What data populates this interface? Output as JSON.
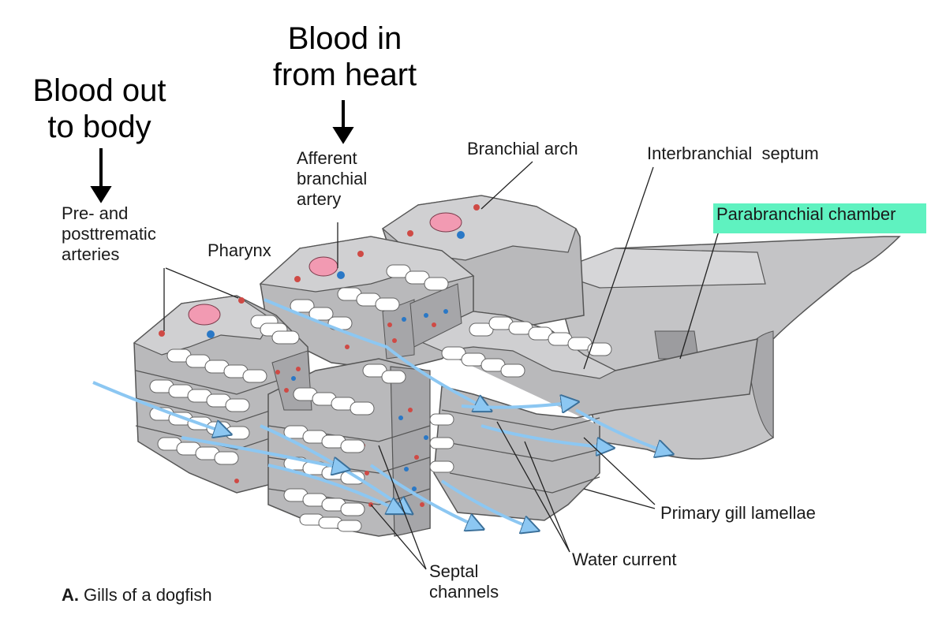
{
  "annotations": {
    "blood_out": [
      "Blood out",
      "to body"
    ],
    "blood_in": [
      "Blood in",
      "from heart"
    ]
  },
  "labels": {
    "pre_post": [
      "Pre- and",
      "posttrematic",
      "arteries"
    ],
    "afferent": [
      "Afferent",
      "branchial",
      "artery"
    ],
    "branchial_arch": "Branchial arch",
    "interbranchial": "Interbranchial  septum",
    "parabranchial": "Parabranchial chamber",
    "pharynx": "Pharynx",
    "primary_gill": "Primary gill lamellae",
    "water_current": "Water current",
    "septal": [
      "Septal",
      "channels"
    ]
  },
  "caption": {
    "letter": "A.",
    "text": "Gills of a dogfish"
  },
  "colors": {
    "tissue": "#b9b9bb",
    "tissue_top": "#cfcfd1",
    "tissue_dark": "#8e8e91",
    "lamella": "#ffffff",
    "current": "#8cc7f2",
    "artery_red": "#cf4a45",
    "artery_blue": "#2a78c6",
    "vessel_pink": "#f29ab2",
    "highlight": "#5ff2c0"
  }
}
